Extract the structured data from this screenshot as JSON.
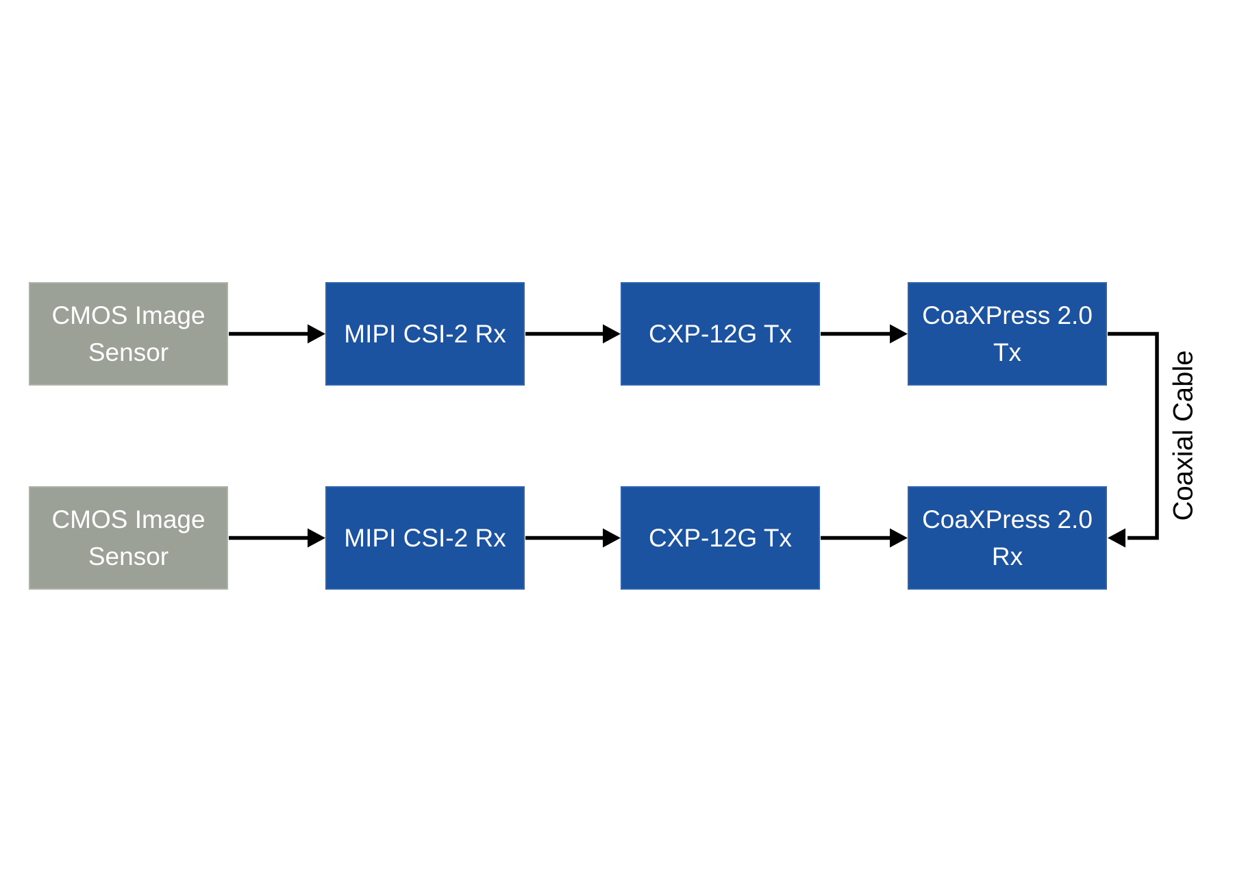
{
  "diagram": {
    "title_hint": "CoaXPress 2.0 camera link block diagram",
    "background": "#ffffff",
    "colors": {
      "sensor_box_fill": "#9ca198",
      "ip_box_fill": "#1b53a0",
      "box_text": "#ffffff",
      "arrow": "#000000",
      "cable_label_text": "#000000"
    },
    "cable_label": "Coaxial Cable",
    "rows": [
      {
        "name": "top-chain",
        "nodes": [
          {
            "label": "CMOS Image Sensor",
            "type": "sensor"
          },
          {
            "label": "MIPI CSI-2 Rx",
            "type": "ip"
          },
          {
            "label": "CXP-12G Tx",
            "type": "ip"
          },
          {
            "label": "CoaXPress 2.0 Tx",
            "type": "ip"
          }
        ]
      },
      {
        "name": "bottom-chain",
        "nodes": [
          {
            "label": "CMOS Image Sensor",
            "type": "sensor"
          },
          {
            "label": "MIPI CSI-2 Rx",
            "type": "ip"
          },
          {
            "label": "CXP-12G Tx",
            "type": "ip"
          },
          {
            "label": "CoaXPress 2.0 Rx",
            "type": "ip"
          }
        ]
      }
    ]
  }
}
